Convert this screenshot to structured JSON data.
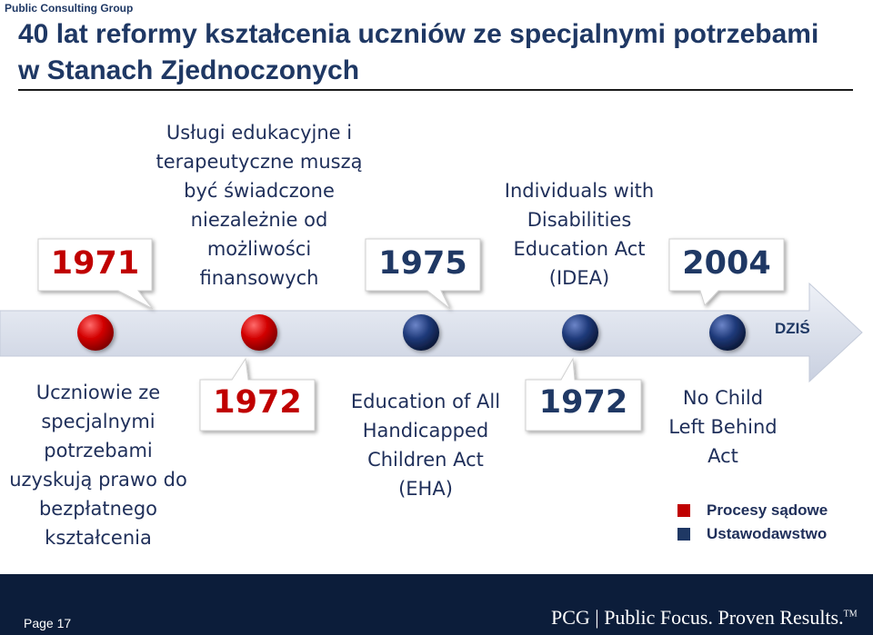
{
  "header": {
    "brand": "Public Consulting Group",
    "title_line1": "40 lat reformy kształcenia uczniów ze specjalnymi potrzebami",
    "title_line2": "w Stanach Zjednoczonych"
  },
  "timeline": {
    "end_label": "DZIŚ",
    "upper": [
      {
        "year": "1971",
        "color": "red"
      },
      {
        "year": "1975",
        "color": "blue"
      },
      {
        "year": "2004",
        "color": "blue"
      }
    ],
    "upper_notes": {
      "note_1971": [
        "Usługi edukacyjne i",
        "terapeutyczne muszą",
        "być świadczone",
        "niezależnie od",
        "możliwości",
        "finansowych"
      ],
      "note_1975": [
        "Individuals with",
        "Disabilities",
        "Education Act",
        "(IDEA)"
      ]
    },
    "lower": [
      {
        "year": "1972",
        "color": "red"
      },
      {
        "year": "1972",
        "color": "blue"
      }
    ],
    "lower_notes": {
      "note_left": [
        "Uczniowie ze",
        "specjalnymi",
        "potrzebami",
        "uzyskują prawo do",
        "bezpłatnego",
        "kształcenia"
      ],
      "note_eha": [
        "Education of All",
        "Handicapped",
        "Children Act",
        "(EHA)"
      ],
      "note_nclb": [
        "No Child",
        "Left Behind",
        "Act"
      ]
    },
    "colors": {
      "red": "#c00000",
      "blue": "#1f3864",
      "arrow": "#dbe0ec"
    }
  },
  "legend": {
    "items": [
      {
        "label": "Procesy sądowe",
        "color": "#c00000"
      },
      {
        "label": "Ustawodawstwo",
        "color": "#1f3864"
      }
    ]
  },
  "footer": {
    "page": "Page 17",
    "brand_text": "PCG | Public Focus. Proven Results.",
    "trademark": "TM"
  }
}
